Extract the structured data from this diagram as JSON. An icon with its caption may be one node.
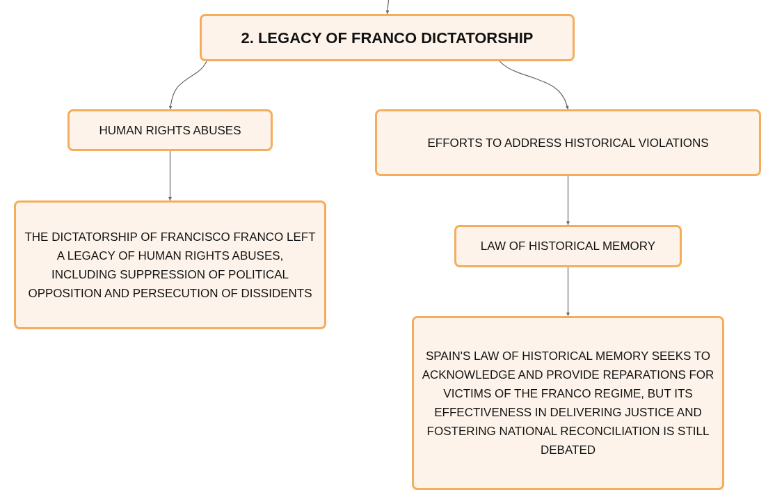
{
  "diagram": {
    "nodes": [
      {
        "text": [
          "2. LEGACY OF FRANCO DICTATORSHIP"
        ]
      },
      {
        "text": [
          "HUMAN RIGHTS ABUSES"
        ]
      },
      {
        "text": [
          "EFFORTS TO ADDRESS HISTORICAL VIOLATIONS"
        ]
      },
      {
        "text": [
          "THE DICTATORSHIP OF FRANCISCO FRANCO LEFT A LEGACY OF HUMAN RIGHTS ABUSES, INCLUDING SUPPRESSION OF POLITICAL OPPOSITION AND PERSECUTION OF DISSIDENTS"
        ]
      },
      {
        "text": [
          "LAW OF HISTORICAL MEMORY"
        ]
      },
      {
        "text": [
          "SPAIN'S LAW OF HISTORICAL MEMORY SEEKS TO ACKNOWLEDGE AND PROVIDE REPARATIONS FOR VICTIMS OF THE FRANCO REGIME, BUT ITS EFFECTIVENESS IN DELIVERING JUSTICE AND FOSTERING NATIONAL RECONCILIATION IS STILL DEBATED"
        ]
      }
    ],
    "edges": [
      {
        "from": null,
        "to": 0,
        "arrow": "to"
      },
      {
        "from": 0,
        "to": 1,
        "arrow": "to"
      },
      {
        "from": 0,
        "to": 2,
        "arrow": "to"
      },
      {
        "from": 1,
        "to": 3,
        "arrow": "to"
      },
      {
        "from": 2,
        "to": 4,
        "arrow": "to"
      },
      {
        "from": 4,
        "to": 5,
        "arrow": "to"
      }
    ]
  }
}
